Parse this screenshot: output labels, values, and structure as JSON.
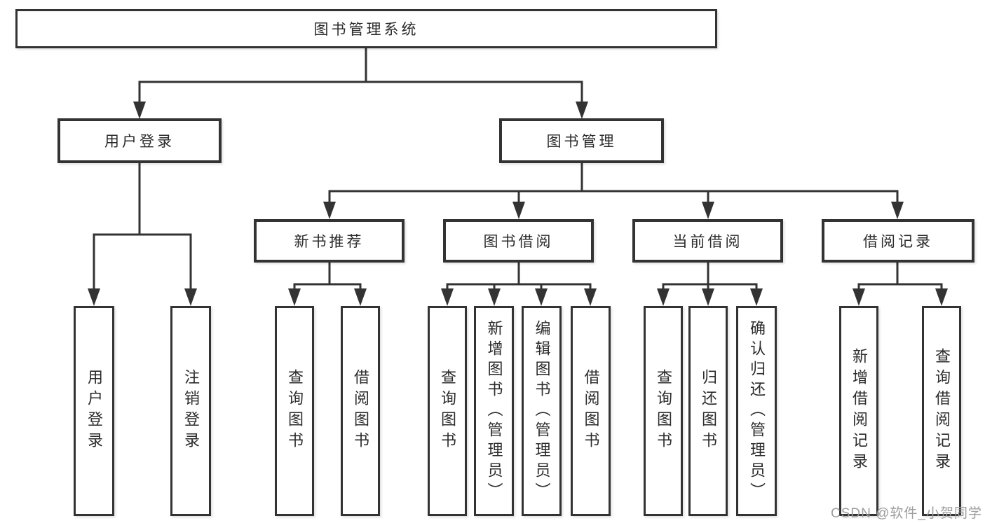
{
  "root": {
    "label": "图书管理系统"
  },
  "branches": [
    {
      "label": "用户登录",
      "children": [
        {
          "label": "用户登录"
        },
        {
          "label": "注销登录"
        }
      ]
    },
    {
      "label": "图书管理",
      "children": [
        {
          "label": "新书推荐",
          "children": [
            {
              "label": "查询图书"
            },
            {
              "label": "借阅图书"
            }
          ]
        },
        {
          "label": "图书借阅",
          "children": [
            {
              "label": "查询图书"
            },
            {
              "label": "新增图书（管理员）"
            },
            {
              "label": "编辑图书（管理员）"
            },
            {
              "label": "借阅图书"
            }
          ]
        },
        {
          "label": "当前借阅",
          "children": [
            {
              "label": "查询图书"
            },
            {
              "label": "归还图书"
            },
            {
              "label": "确认归还（管理员）"
            }
          ]
        },
        {
          "label": "借阅记录",
          "children": [
            {
              "label": "新增借阅记录"
            },
            {
              "label": "查询借阅记录"
            }
          ]
        }
      ]
    }
  ],
  "watermark": {
    "text": "CSDN @软件_小贺同学"
  },
  "colors": {
    "line": "#333333",
    "text": "#2b2b2b",
    "watermark": "#9e9e9e",
    "background": "#ffffff"
  }
}
